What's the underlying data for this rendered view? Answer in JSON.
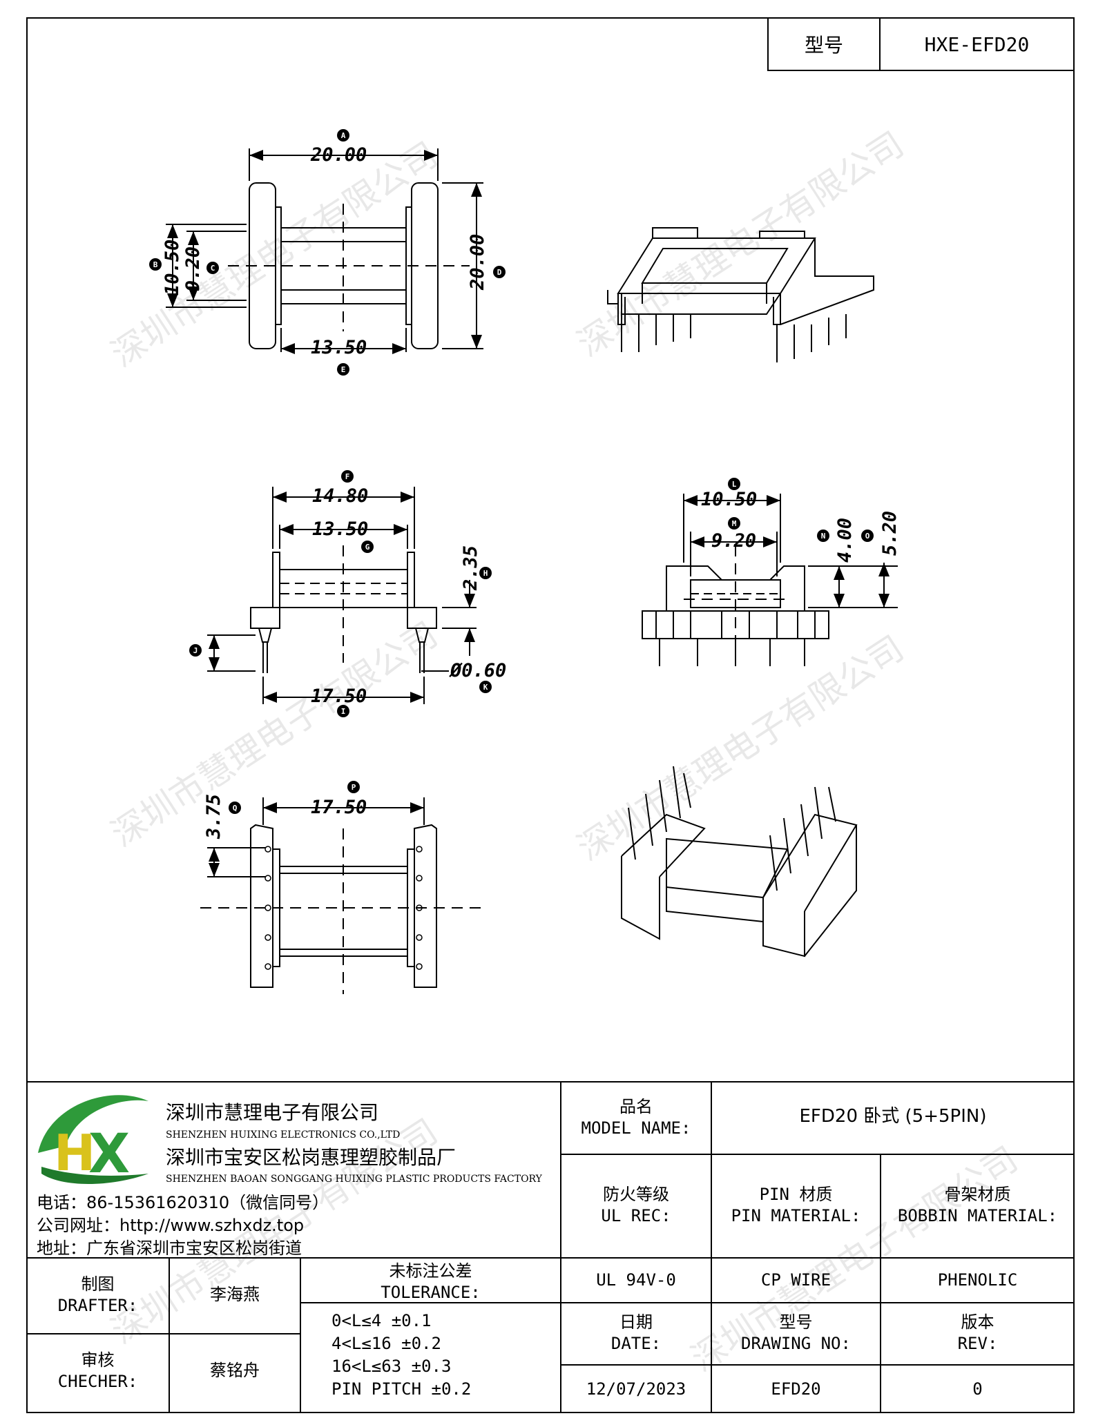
{
  "header": {
    "model_label": "型号",
    "model_value": "HXE-EFD20"
  },
  "dimensions": {
    "top_view": {
      "width": "20.00",
      "height": "20.00",
      "flange_outer": "10.50",
      "flange_inner": "9.20",
      "winding_length": "13.50",
      "markers": [
        "A",
        "B",
        "C",
        "D",
        "E"
      ]
    },
    "front_view": {
      "overall": "14.80",
      "winding": "13.50",
      "flange_height": "2.35",
      "pin_dia": "Ø0.60",
      "pin_span": "17.50",
      "markers": [
        "F",
        "G",
        "H",
        "I",
        "J",
        "K"
      ]
    },
    "side_view": {
      "outer": "10.50",
      "inner": "9.20",
      "h1": "4.00",
      "h2": "5.20",
      "markers": [
        "L",
        "M",
        "N",
        "O"
      ]
    },
    "bottom_view": {
      "span": "17.50",
      "pitch": "3.75",
      "markers": [
        "P",
        "Q"
      ]
    }
  },
  "company": {
    "name_cn": "深圳市慧理电子有限公司",
    "name_en": "SHENZHEN HUIXING ELECTRONICS CO.,LTD",
    "factory_cn": "深圳市宝安区松岗惠理塑胶制品厂",
    "factory_en": "SHENZHEN BAOAN SONGGANG HUIXING PLASTIC PRODUCTS FACTORY",
    "phone": "电话：86-15361620310（微信同号）",
    "website": "公司网址：http://www.szhxdz.top",
    "address": "地址：广东省深圳市宝安区松岗街道",
    "logo_text": "HX",
    "logo_colors": {
      "green": "#2e9a3a",
      "yellow": "#d9c21c",
      "dark_green": "#1f7a2b"
    }
  },
  "title_block": {
    "model_name_cn": "品名",
    "model_name_en": "MODEL NAME:",
    "model_name_value": "EFD20 卧式 (5+5PIN)",
    "fire_cn": "防火等级",
    "fire_en": "UL REC:",
    "pin_mat_cn": "PIN 材质",
    "pin_mat_en": "PIN MATERIAL:",
    "bobbin_mat_cn": "骨架材质",
    "bobbin_mat_en": "BOBBIN MATERIAL:",
    "fire_value": "UL 94V-0",
    "pin_mat_value": "CP WIRE",
    "bobbin_mat_value": "PHENOLIC",
    "drafter_cn": "制图",
    "drafter_en": "DRAFTER:",
    "drafter_value": "李海燕",
    "checker_cn": "审核",
    "checker_en": "CHECHER:",
    "checker_value": "蔡铭舟",
    "tolerance_cn": "未标注公差",
    "tolerance_en": "TOLERANCE:",
    "tolerances": [
      "0<L≤4  ±0.1",
      "4<L≤16 ±0.2",
      "16<L≤63 ±0.3",
      "PIN PITCH ±0.2"
    ],
    "date_cn": "日期",
    "date_en": "DATE:",
    "date_value": "12/07/2023",
    "dwg_cn": "型号",
    "dwg_en": "DRAWING NO:",
    "dwg_value": "EFD20",
    "rev_cn": "版本",
    "rev_en": "REV:",
    "rev_value": "0"
  },
  "watermark": "深圳市慧理电子有限公司"
}
